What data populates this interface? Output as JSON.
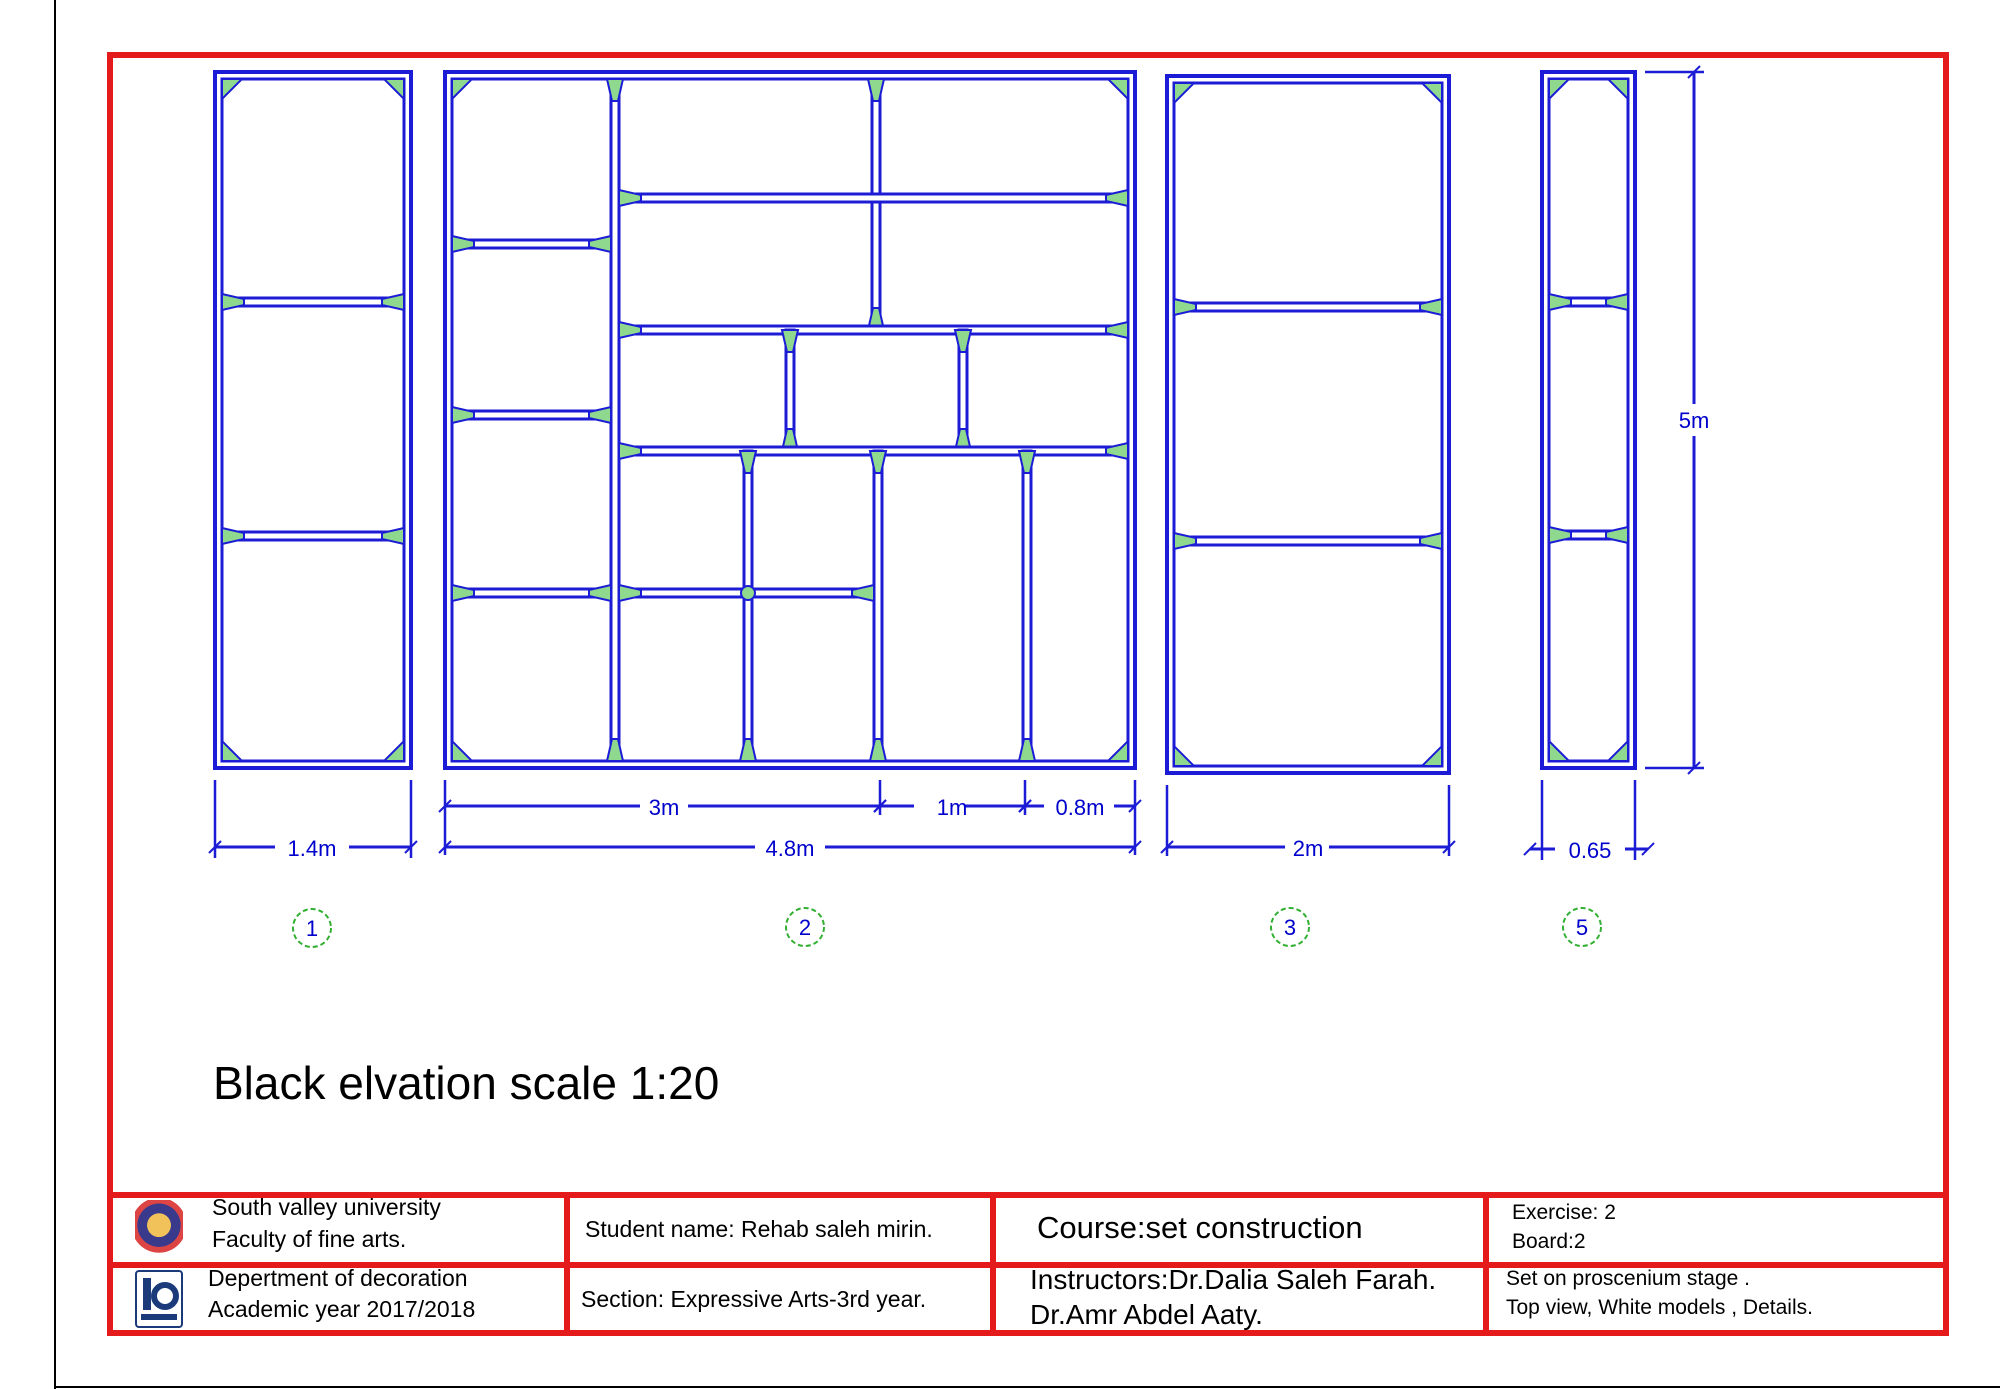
{
  "drawing": {
    "title": "Black elvation scale 1:20",
    "panels": [
      {
        "number": "1",
        "width_label": "1.4m"
      },
      {
        "number": "2",
        "width_label": "4.8m",
        "segment_labels": [
          "3m",
          "1m",
          "0.8m"
        ]
      },
      {
        "number": "3",
        "width_label": "2m"
      },
      {
        "number": "5",
        "width_label": "0.65"
      }
    ],
    "height_label": "5m",
    "colors": {
      "frame": "#e51a1a",
      "lines": "#1c1cd6",
      "joints": "#8fd98f",
      "markers": "#33b033"
    }
  },
  "title_block": {
    "university": "South valley university",
    "faculty": "Faculty of fine arts.",
    "department": "Depertment of decoration",
    "academic_year": "Academic year 2017/2018",
    "student": "Student name: Rehab saleh mirin.",
    "section": "Section: Expressive Arts-3rd year.",
    "course": "Course:set construction",
    "instructors_1": "Instructors:Dr.Dalia Saleh Farah.",
    "instructors_2": "Dr.Amr Abdel Aaty.",
    "exercise": "Exercise: 2",
    "board": "Board:2",
    "project": "Set on proscenium stage .",
    "contents": "Top view, White models , Details."
  }
}
